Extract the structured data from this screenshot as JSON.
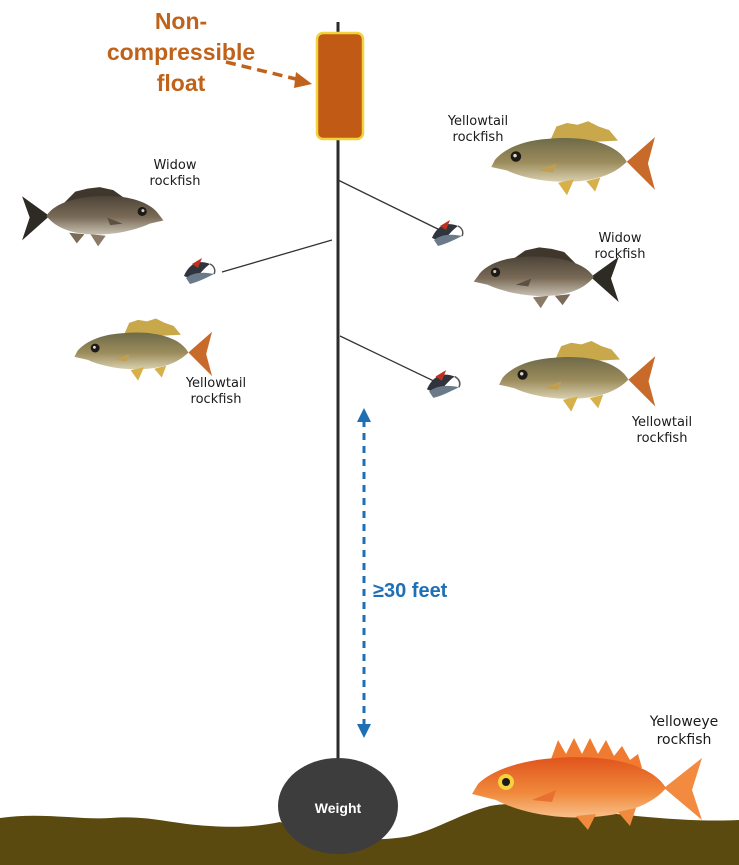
{
  "float": {
    "label_lines": [
      "Non-",
      "compressible",
      "float"
    ],
    "color": "#c05a14",
    "border_color": "#f2d43a",
    "label_color": "#c0621a"
  },
  "depth": {
    "label": "≥30 feet",
    "color": "#1f6fb4"
  },
  "weight": {
    "label": "Weight",
    "color": "#3d3d3d"
  },
  "seabed": {
    "color": "#5a4a10"
  },
  "fish": [
    {
      "id": "widow-left",
      "species": "widow",
      "lines": [
        "Widow",
        "rockfish"
      ]
    },
    {
      "id": "yellowtail-left",
      "species": "yellowtail",
      "lines": [
        "Yellowtail",
        "rockfish"
      ]
    },
    {
      "id": "yellowtail-top-right",
      "species": "yellowtail",
      "lines": [
        "Yellowtail",
        "rockfish"
      ]
    },
    {
      "id": "widow-right",
      "species": "widow",
      "lines": [
        "Widow",
        "rockfish"
      ]
    },
    {
      "id": "yellowtail-bottom-right",
      "species": "yellowtail",
      "lines": [
        "Yellowtail",
        "rockfish"
      ]
    },
    {
      "id": "yelloweye-bottom",
      "species": "yelloweye",
      "lines": [
        "Yelloweye",
        "rockfish"
      ]
    }
  ],
  "species_colors": {
    "widow": "#6b5a45",
    "yellowtail": "#8a7a52",
    "yelloweye": "#e8742a"
  },
  "icons": {
    "float": "float-icon",
    "lure": "fly-lure-icon",
    "weight": "weight-icon",
    "fish": "rockfish-icon",
    "depth": "double-arrow-icon"
  }
}
